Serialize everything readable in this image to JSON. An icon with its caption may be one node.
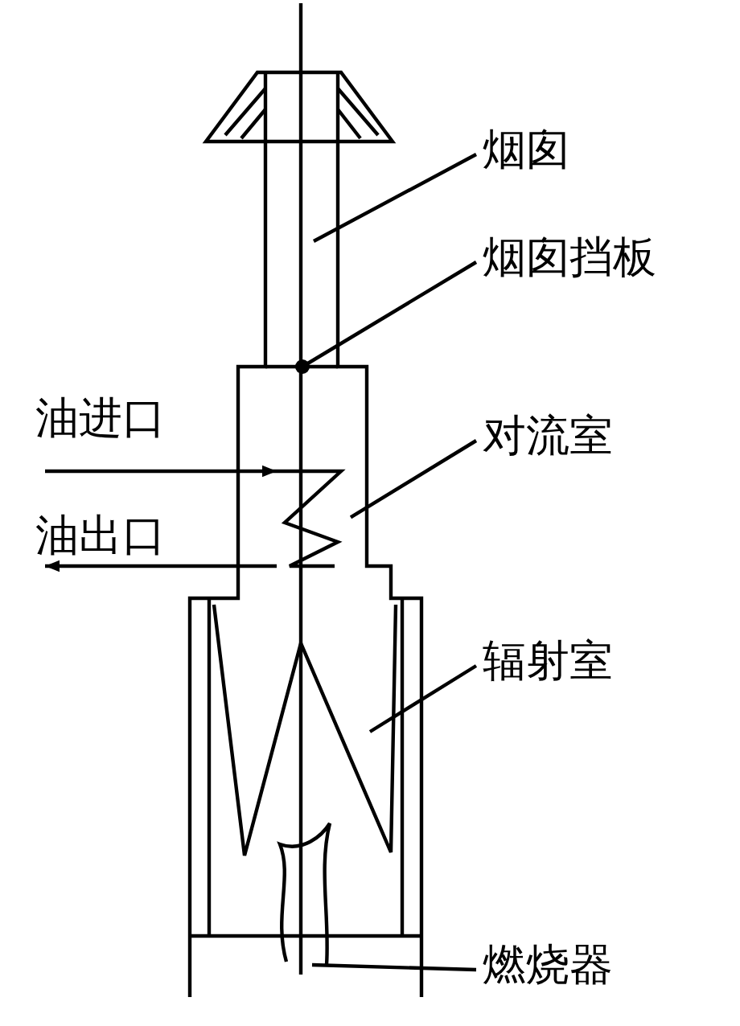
{
  "diagram": {
    "nodes": [
      {
        "text": [
          "烟囱"
        ]
      },
      {
        "text": [
          "烟囱挡板"
        ]
      },
      {
        "text": [
          "对流室"
        ]
      },
      {
        "text": [
          "辐射室"
        ]
      },
      {
        "text": [
          "燃烧器"
        ]
      },
      {
        "text": [
          "油进口"
        ]
      },
      {
        "text": [
          "油出口"
        ]
      },
      {
        "text": [],
        "shape": "coil"
      }
    ],
    "edges": [
      {
        "from": 0,
        "to": null,
        "arrow": "none"
      },
      {
        "from": 1,
        "to": null,
        "arrow": "other"
      },
      {
        "from": 2,
        "to": 7,
        "arrow": "none"
      },
      {
        "from": 3,
        "to": null,
        "arrow": "none"
      },
      {
        "from": 4,
        "to": null,
        "arrow": "none"
      },
      {
        "from": 5,
        "to": 7,
        "arrow": "to"
      },
      {
        "from": 7,
        "to": 6,
        "arrow": "to"
      }
    ]
  }
}
